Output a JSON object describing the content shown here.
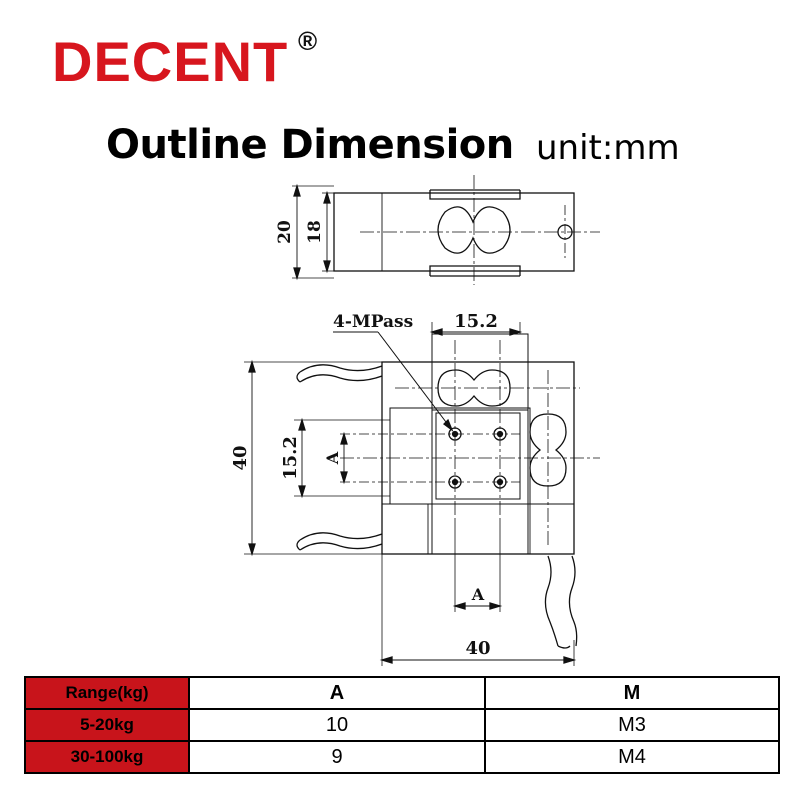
{
  "brand": {
    "name": "DECENT",
    "mark": "®",
    "color": "#d7161e"
  },
  "title": {
    "main": "Outline Dimension",
    "unit": "unit:mm"
  },
  "drawing": {
    "top_view": {
      "dim_outer": "20",
      "dim_inner": "18"
    },
    "front_view": {
      "callout": "4-MPass",
      "dim_top": "15.2",
      "dim_height": "40",
      "dim_hole_spacing": "15.2",
      "dim_a_side": "A",
      "dim_a_bottom": "A",
      "dim_width": "40"
    }
  },
  "table": {
    "header_color": "#c8141b",
    "headers": [
      "Range(kg)",
      "A",
      "M"
    ],
    "rows": [
      [
        "5-20kg",
        "10",
        "M3"
      ],
      [
        "30-100kg",
        "9",
        "M4"
      ]
    ]
  }
}
